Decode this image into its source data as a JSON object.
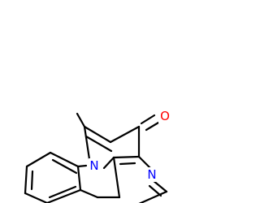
{
  "molecule": {
    "atoms": {
      "n_indole": {
        "symbol": "N",
        "color": "#0000ff"
      },
      "n_pyridine": {
        "symbol": "N",
        "color": "#0000ff"
      },
      "o_carbonyl": {
        "symbol": "O",
        "color": "#ff0000"
      }
    },
    "bond_color": "#000000",
    "background": "#ffffff"
  }
}
